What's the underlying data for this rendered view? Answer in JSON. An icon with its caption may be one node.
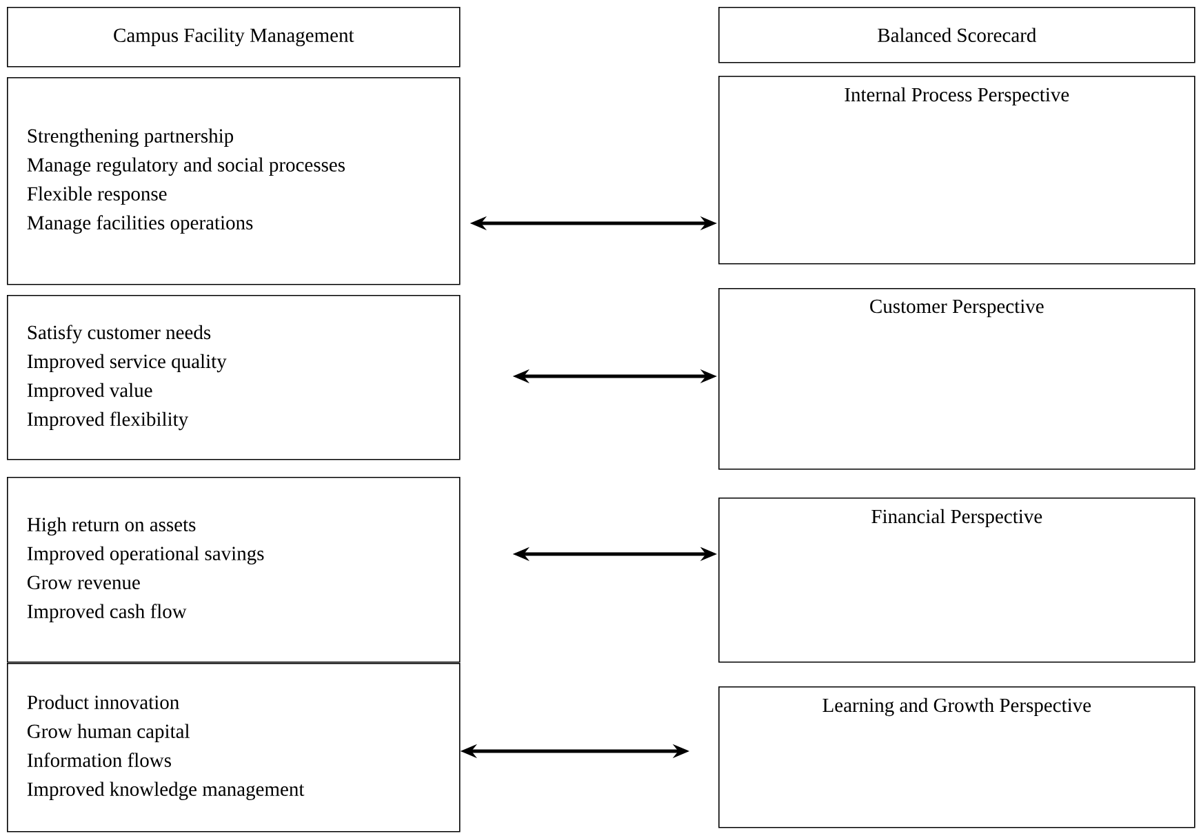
{
  "diagram": {
    "nodes": [
      {
        "text": [
          "Campus Facility Management"
        ]
      },
      {
        "text": [
          "Balanced Scorecard"
        ]
      },
      {
        "text": [
          "Strengthening partnership",
          "Manage regulatory and social processes",
          "Flexible response",
          "Manage facilities operations"
        ]
      },
      {
        "text": [
          "Internal Process Perspective"
        ]
      },
      {
        "text": [
          "Satisfy customer needs",
          "Improved service quality",
          "Improved value",
          "Improved flexibility"
        ]
      },
      {
        "text": [
          "Customer Perspective"
        ]
      },
      {
        "text": [
          "High return on assets",
          "Improved operational savings",
          "Grow revenue",
          "Improved cash flow"
        ]
      },
      {
        "text": [
          "Financial Perspective"
        ]
      },
      {
        "text": [
          "Product innovation",
          "Grow human capital",
          "Information flows",
          "Improved knowledge management"
        ]
      },
      {
        "text": [
          "Learning and Growth Perspective"
        ]
      }
    ],
    "edges": [
      {
        "from": 2,
        "to": 3,
        "arrow": "both"
      },
      {
        "from": 4,
        "to": 5,
        "arrow": "both"
      },
      {
        "from": 6,
        "to": 7,
        "arrow": "both"
      },
      {
        "from": 8,
        "to": 9,
        "arrow": "both"
      }
    ]
  }
}
